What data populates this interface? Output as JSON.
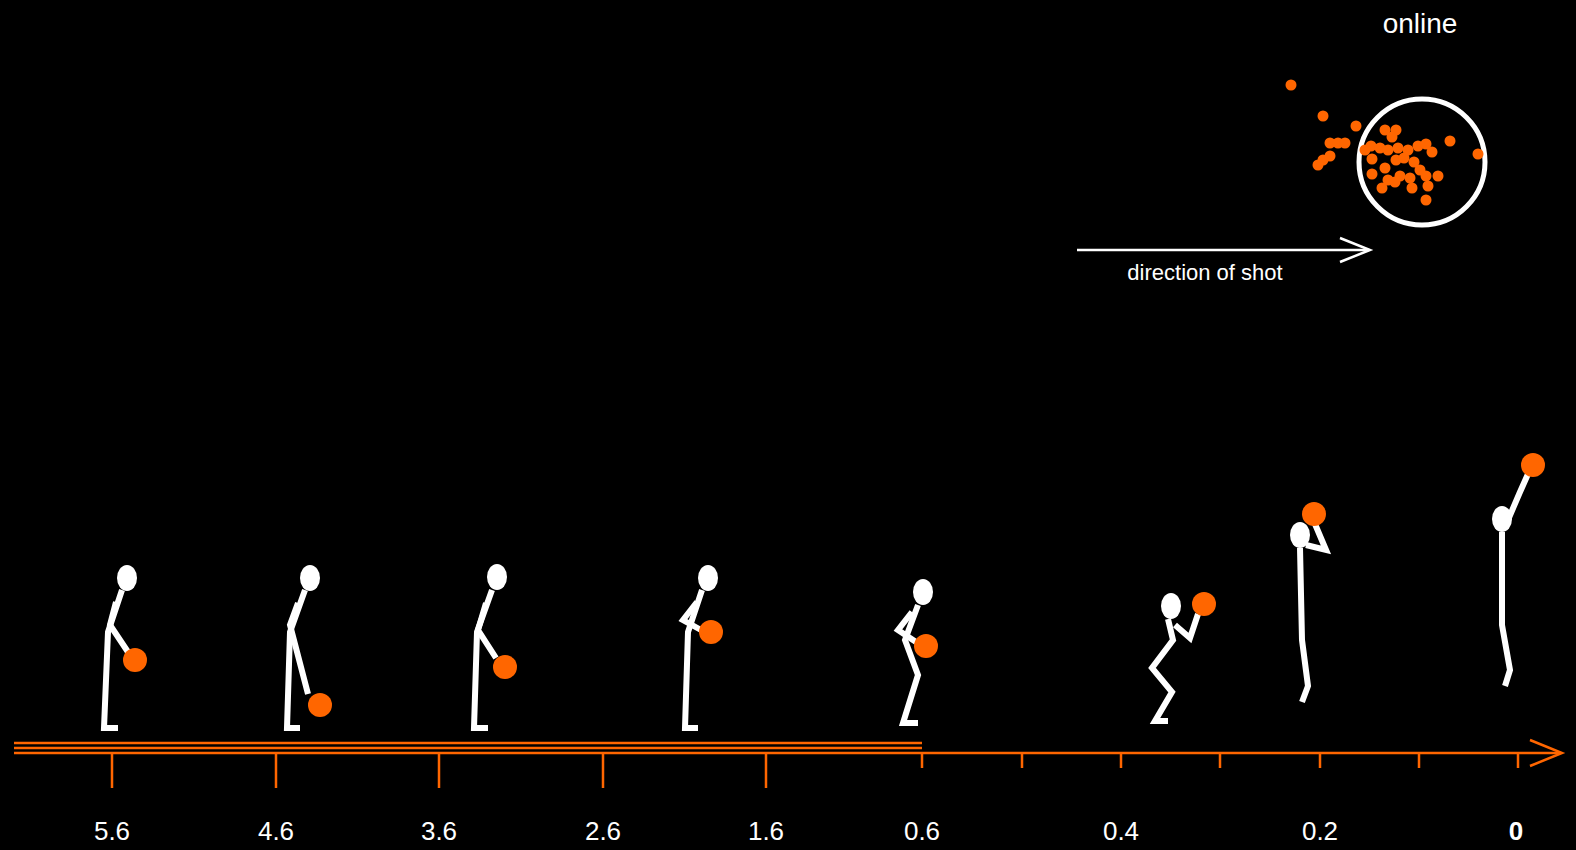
{
  "diagram": {
    "labels": [
      "online",
      "direction of shot",
      "5.6",
      "4.6",
      "3.6",
      "2.6",
      "1.6",
      "0.6",
      "0.4",
      "0.2",
      "0"
    ]
  }
}
